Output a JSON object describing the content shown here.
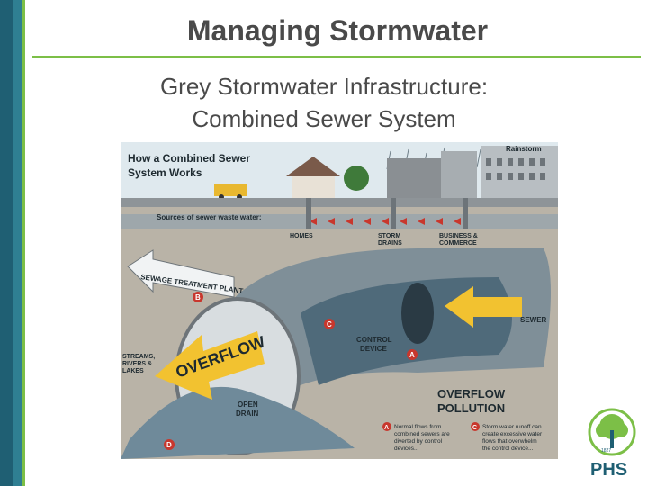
{
  "slide": {
    "title": "Managing Stormwater",
    "subtitle_line1": "Grey Stormwater Infrastructure:",
    "subtitle_line2": "Combined Sewer System"
  },
  "diagram": {
    "heading": "How a Combined Sewer System Works",
    "heading_line1": "How a Combined Sewer",
    "heading_line2": "System Works",
    "rainstorm": "Rainstorm",
    "sources": "Sources of sewer waste water:",
    "homes": "HOMES",
    "storm_drains_1": "STORM",
    "storm_drains_2": "DRAINS",
    "business_1": "BUSINESS &",
    "business_2": "COMMERCE",
    "treatment": "SEWAGE TREATMENT PLANT",
    "sewer": "SEWER",
    "streams_1": "STREAMS,",
    "streams_2": "RIVERS &",
    "streams_3": "LAKES",
    "overflow": "OVERFLOW",
    "control_1": "CONTROL",
    "control_2": "DEVICE",
    "open_drain_1": "OPEN",
    "open_drain_2": "DRAIN",
    "pollution_1": "OVERFLOW",
    "pollution_2": "POLLUTION",
    "note_a": "Normal flows from combined sewers are diverted by control devices...",
    "note_a_1": "Normal flows from",
    "note_a_2": "combined sewers are",
    "note_a_3": "diverted by control",
    "note_a_4": "devices...",
    "note_c_1": "Storm water runoff can",
    "note_c_2": "create excessive water",
    "note_c_3": "flows that overwhelm",
    "note_c_4": "the control device...",
    "marker_a": "A",
    "marker_b": "B",
    "marker_c": "C",
    "marker_d": "D"
  },
  "logo": {
    "text": "PHS",
    "year": "1827"
  },
  "colors": {
    "title_text": "#4a4a4a",
    "accent_green": "#7cbf47",
    "bar_dark": "#1f5f73",
    "bar_teal": "#2f7f92",
    "arrow_yellow": "#f2c230",
    "marker_red": "#c8372d"
  }
}
